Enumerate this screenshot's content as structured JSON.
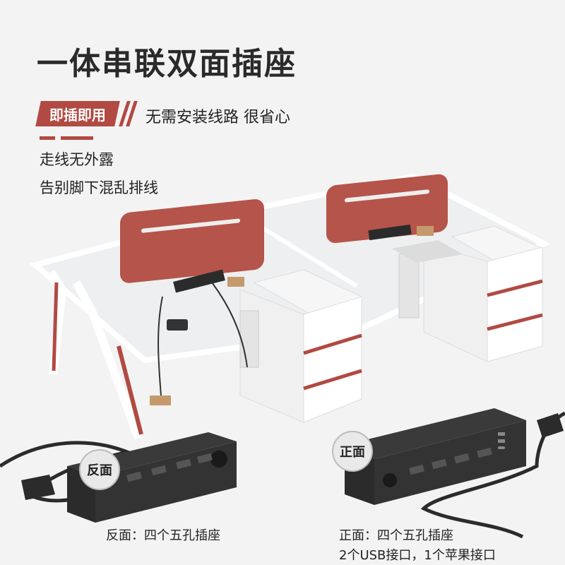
{
  "title": "一体串联双面插座",
  "badge": {
    "label": "即插即用",
    "text": "无需安装线路   很省心"
  },
  "features": [
    "走线无外露",
    "告别脚下混乱排线"
  ],
  "back_label": "反面",
  "front_label": "正面",
  "captions": {
    "back": "反面：四个五孔插座",
    "front_line1": "正面：四个五孔插座",
    "front_line2": "2个USB接口，1个苹果接口"
  },
  "colors": {
    "accent": "#b14a42",
    "desk_frame": "#ffffff",
    "cabinet": "#ffffff",
    "strip": "#2b2b2b"
  }
}
